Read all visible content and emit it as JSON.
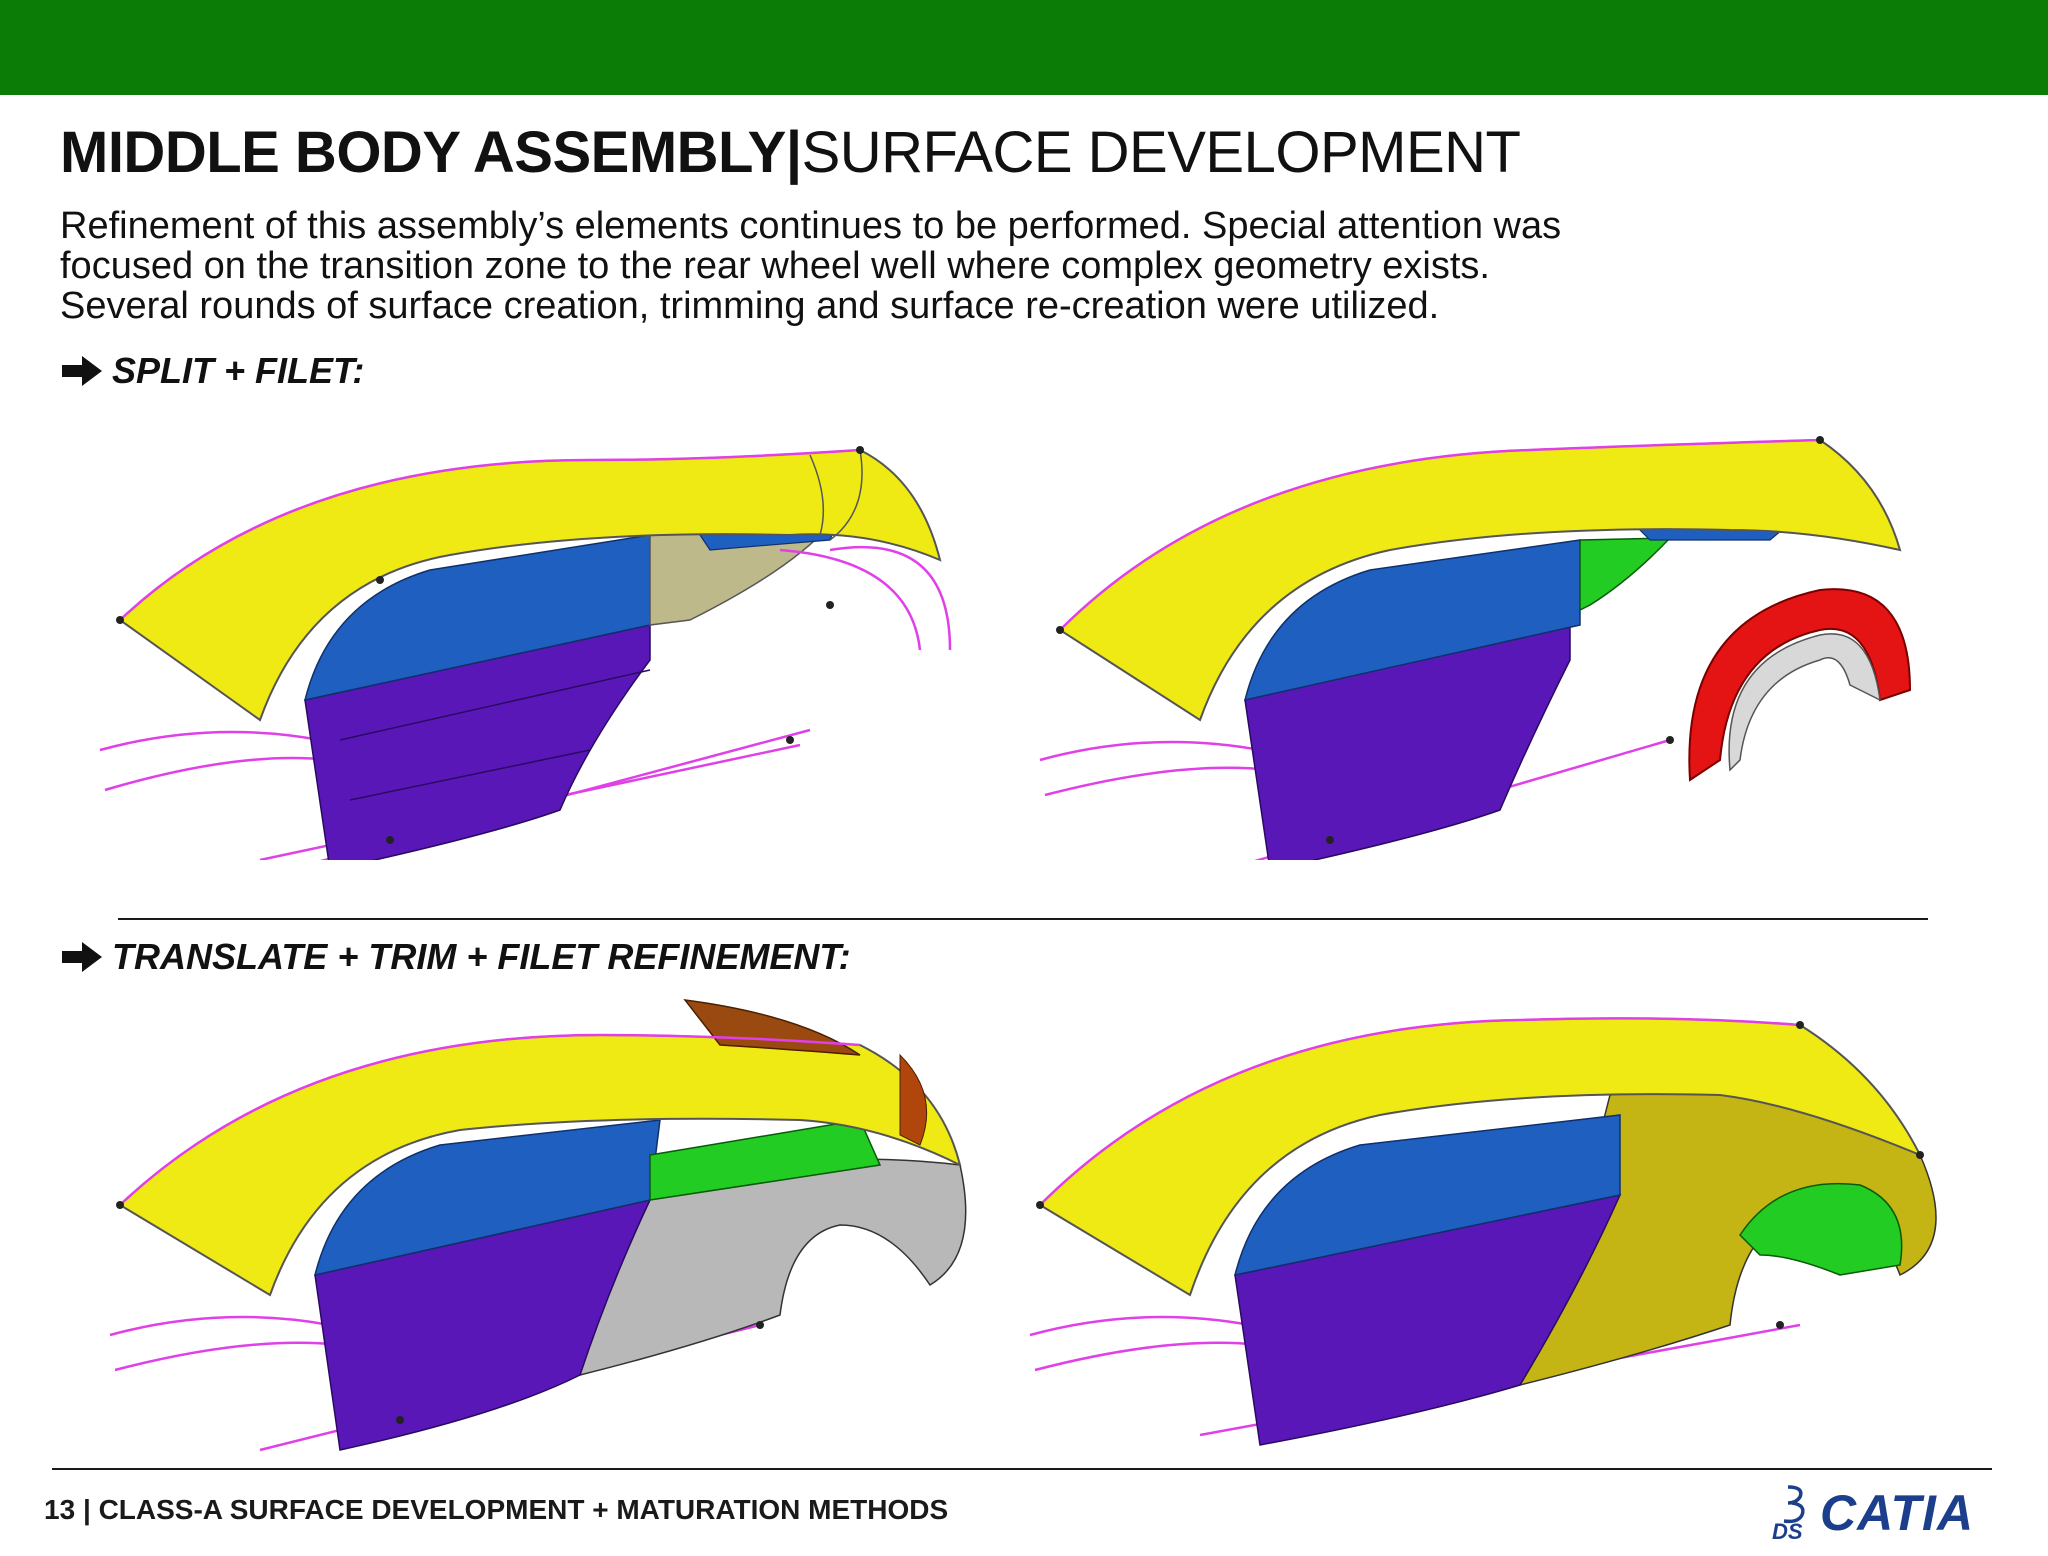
{
  "header": {
    "title_bold": "MIDDLE BODY ASSEMBLY",
    "title_separator": "|",
    "title_light": "SURFACE DEVELOPMENT",
    "band_color": "#0b7d06"
  },
  "intro": {
    "lines": [
      "Refinement of this assembly’s elements continues to be performed. Special attention was",
      "focused on the transition zone to the rear wheel well where complex geometry exists.",
      "Several rounds of surface creation, trimming and surface re-creation were utilized."
    ]
  },
  "sections": [
    {
      "label": "SPLIT + FILET:",
      "icon": "right-arrow-icon"
    },
    {
      "label": "TRANSLATE + TRIM + FILET REFINEMENT:",
      "icon": "right-arrow-icon"
    }
  ],
  "surface_colors": {
    "roof": "#f0ea14",
    "window": "#1f5fc0",
    "door": "#5a17b8",
    "curve": "#e040e8",
    "transition_green": "#22cc22",
    "wheel_arch_red": "#e41414",
    "quarter_gray": "#b8b8b8",
    "spoiler_brown": "#9a4a10",
    "quarter_olive": "#c4b414"
  },
  "footer": {
    "page_number": "13",
    "separator": "|",
    "text": "CLASS-A SURFACE DEVELOPMENT + MATURATION METHODS"
  },
  "logo": {
    "brand": "CATIA",
    "mark": "ds-logo-icon"
  }
}
